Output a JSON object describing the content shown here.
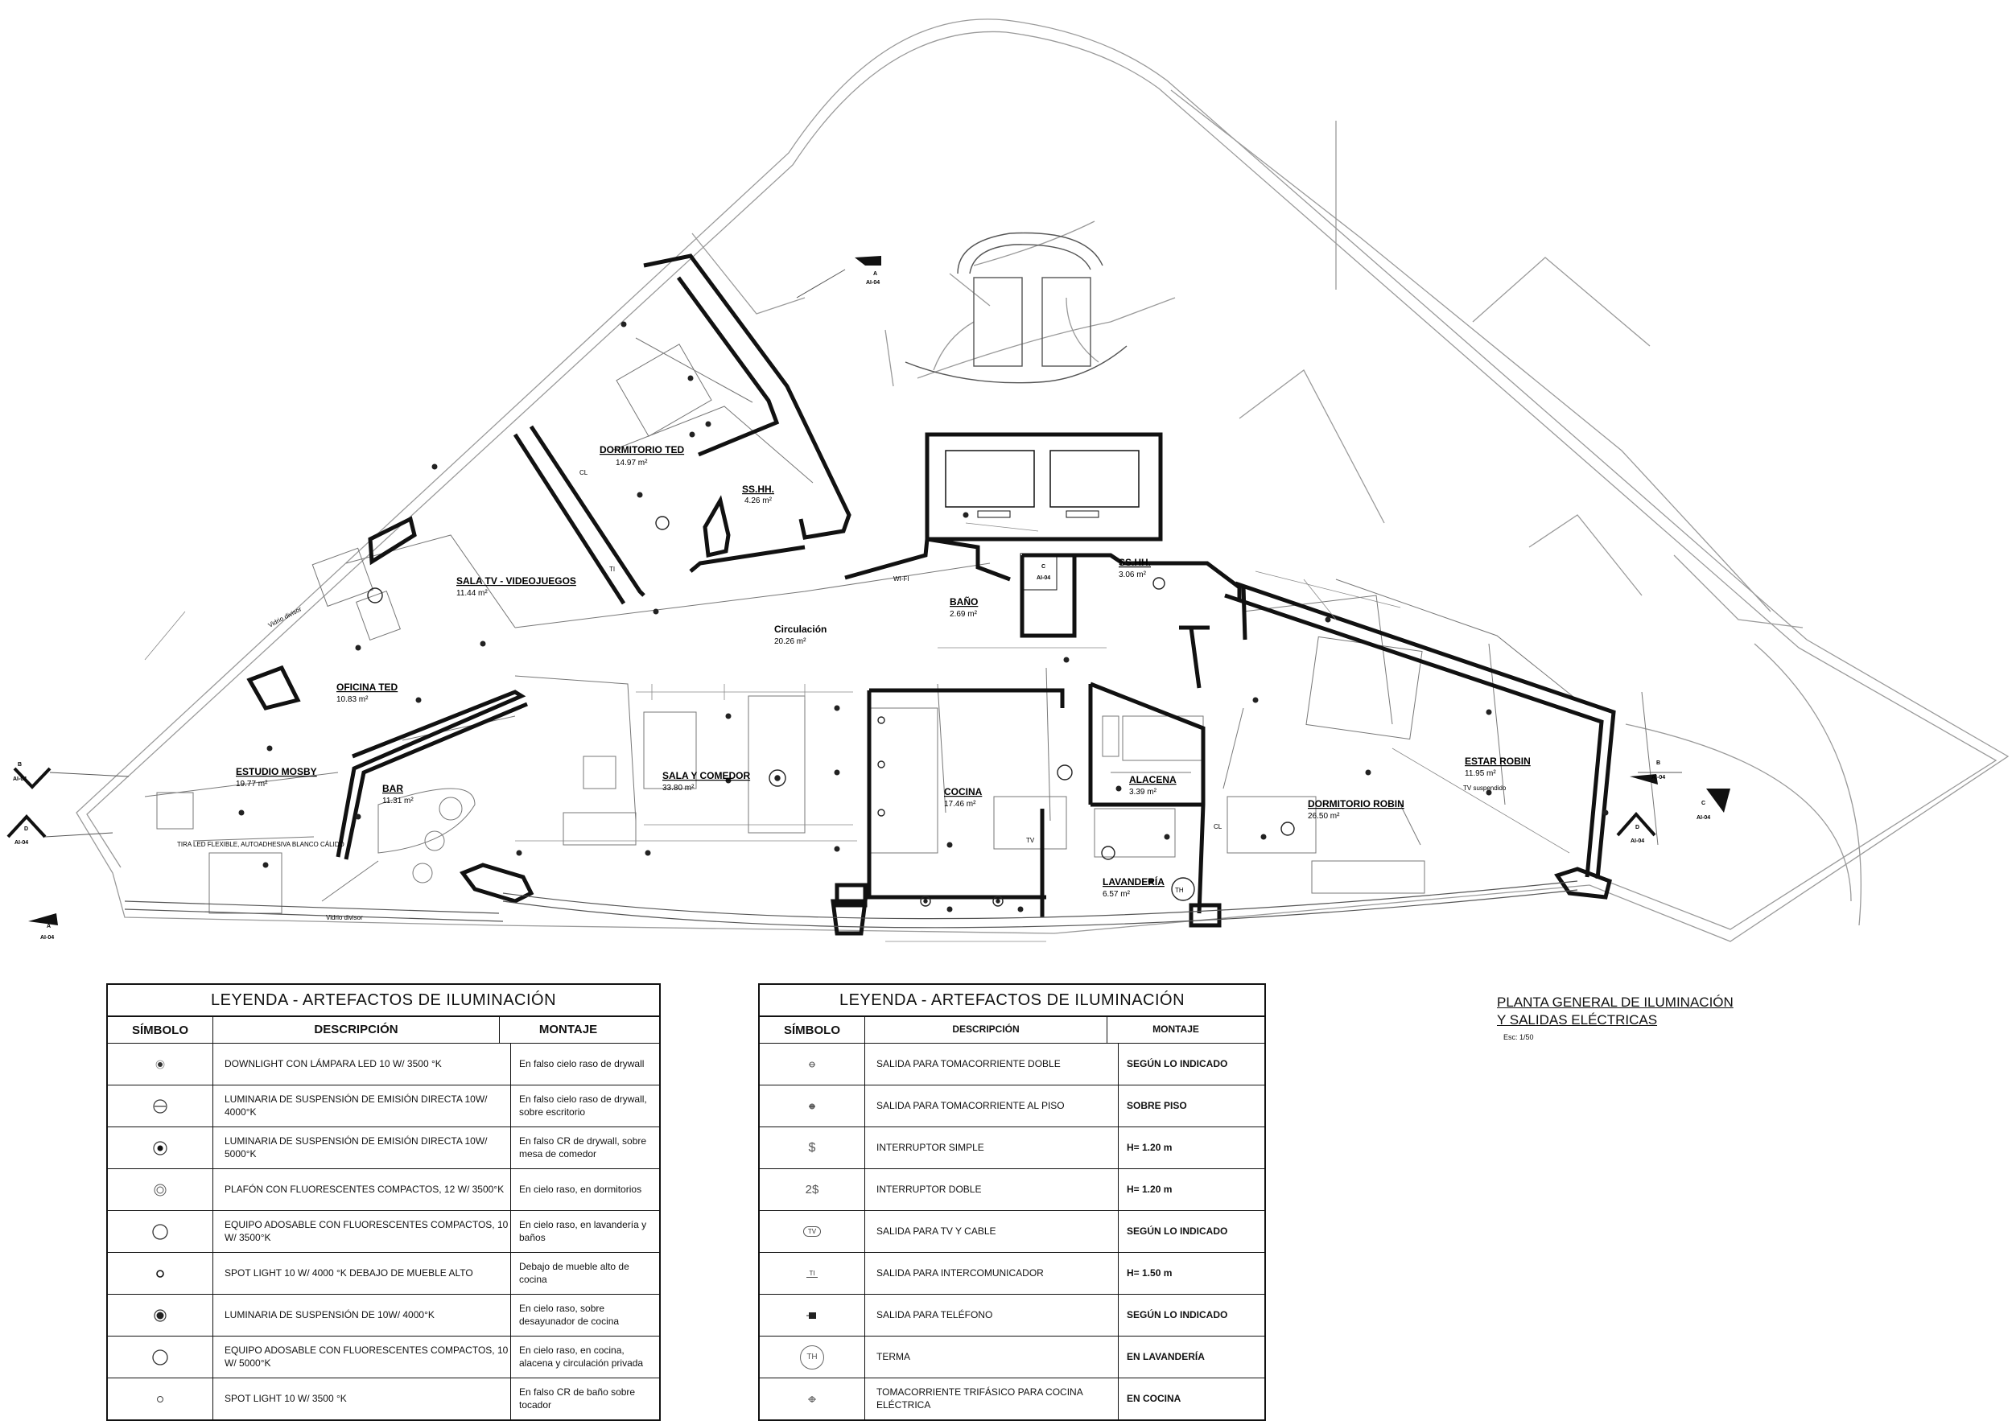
{
  "rooms": [
    {
      "name": "DORMITORIO TED",
      "area": "14.97 m²"
    },
    {
      "name": "SS.HH.",
      "area": "4.26 m²"
    },
    {
      "name": "SALA TV - VIDEOJUEGOS",
      "area": "11.44 m²"
    },
    {
      "name": "OFICINA TED",
      "area": "10.83 m²"
    },
    {
      "name": "ESTUDIO MOSBY",
      "area": "19.77 m²"
    },
    {
      "name": "BAR",
      "area": "11.31 m²"
    },
    {
      "name": "Circulación",
      "area": "20.26 m²"
    },
    {
      "name": "BAÑO",
      "area": "2.69 m²"
    },
    {
      "name": "SS.HH.",
      "area": "3.06 m²"
    },
    {
      "name": "SALA Y COMEDOR",
      "area": "33.80 m²"
    },
    {
      "name": "COCINA",
      "area": "17.46 m²"
    },
    {
      "name": "ALACENA",
      "area": "3.39 m²"
    },
    {
      "name": "LAVANDERÍA",
      "area": "6.57 m²"
    },
    {
      "name": "DORMITORIO ROBIN",
      "area": "26.50 m²"
    },
    {
      "name": "ESTAR ROBIN",
      "area": "11.95 m²"
    }
  ],
  "section_markers": [
    {
      "letter": "A",
      "sheet": "AI-04"
    },
    {
      "letter": "A",
      "sheet": "AI-04"
    },
    {
      "letter": "B",
      "sheet": "AI-04"
    },
    {
      "letter": "B",
      "sheet": "AI-04"
    },
    {
      "letter": "C",
      "sheet": "AI-04"
    },
    {
      "letter": "C",
      "sheet": "AI-04"
    },
    {
      "letter": "D",
      "sheet": "AI-04"
    },
    {
      "letter": "D",
      "sheet": "AI-04"
    }
  ],
  "notes": {
    "tira_led": "TIRA LED FLEXIBLE, AUTOADHESIVA BLANCO CÁLIDO",
    "vidrio_a": "Vidrio divisor",
    "vidrio_b": "Vidrio divisor",
    "tv_suspendido": "TV suspendido",
    "cl_a": "CL",
    "cl_b": "CL",
    "tv_tag": "TV",
    "ti_tag": "TI",
    "th_tag": "TH",
    "wifi": "WI-FI"
  },
  "legend_lighting": {
    "title": "LEYENDA - ARTEFACTOS DE ILUMINACIÓN",
    "headers": [
      "SÍMBOLO",
      "DESCRIPCIÓN",
      "MONTAJE"
    ],
    "rows": [
      {
        "symbol": "downlight-symbol",
        "description": "DOWNLIGHT CON LÁMPARA LED 10 W/ 3500 °K",
        "mounting": "En falso cielo raso de drywall"
      },
      {
        "symbol": "suspension-direct-4000-symbol",
        "description": "LUMINARIA DE SUSPENSIÓN DE EMISIÓN DIRECTA 10W/ 4000°K",
        "mounting": "En falso cielo raso de drywall, sobre escritorio"
      },
      {
        "symbol": "suspension-direct-5000-symbol",
        "description": "LUMINARIA DE SUSPENSIÓN DE EMISIÓN DIRECTA 10W/ 5000°K",
        "mounting": "En falso CR de drywall, sobre mesa de comedor"
      },
      {
        "symbol": "plafon-symbol",
        "description": "PLAFÓN CON FLUORESCENTES COMPACTOS, 12 W/ 3500°K",
        "mounting": "En cielo raso, en dormitorios"
      },
      {
        "symbol": "surface-fluorescent-3500-symbol",
        "description": "EQUIPO ADOSABLE CON FLUORESCENTES COMPACTOS, 10 W/ 3500°K",
        "mounting": "En cielo raso, en lavandería y baños"
      },
      {
        "symbol": "spot-4000-symbol",
        "description": "SPOT LIGHT 10 W/ 4000 °K DEBAJO DE MUEBLE ALTO",
        "mounting": "Debajo de mueble alto de cocina"
      },
      {
        "symbol": "suspension-4000-symbol",
        "description": "LUMINARIA DE SUSPENSIÓN DE 10W/ 4000°K",
        "mounting": "En cielo raso, sobre desayunador de cocina"
      },
      {
        "symbol": "surface-fluorescent-5000-symbol",
        "description": "EQUIPO ADOSABLE CON FLUORESCENTES COMPACTOS, 10 W/ 5000°K",
        "mounting": "En cielo raso, en cocina, alacena y circulación privada"
      },
      {
        "symbol": "spot-3500-symbol",
        "description": "SPOT LIGHT 10 W/ 3500 °K",
        "mounting": "En falso CR de baño sobre tocador"
      }
    ]
  },
  "legend_electrical": {
    "title": "LEYENDA - ARTEFACTOS DE ILUMINACIÓN",
    "headers": [
      "SÍMBOLO",
      "DESCRIPCIÓN",
      "MONTAJE"
    ],
    "rows": [
      {
        "symbol": "double-outlet-symbol",
        "glyph": "",
        "description": "SALIDA PARA TOMACORRIENTE  DOBLE",
        "mounting": "SEGÚN LO INDICADO"
      },
      {
        "symbol": "floor-outlet-symbol",
        "glyph": "",
        "description": "SALIDA PARA TOMACORRIENTE  AL PISO",
        "mounting": "SOBRE PISO"
      },
      {
        "symbol": "simple-switch-symbol",
        "glyph": "$",
        "description": "INTERRUPTOR SIMPLE",
        "mounting": "H= 1.20 m"
      },
      {
        "symbol": "double-switch-symbol",
        "glyph": "2$",
        "description": "INTERRUPTOR DOBLE",
        "mounting": "H= 1.20 m"
      },
      {
        "symbol": "tv-cable-symbol",
        "glyph": "TV",
        "description": "SALIDA PARA TV Y CABLE",
        "mounting": "SEGÚN LO INDICADO"
      },
      {
        "symbol": "intercom-symbol",
        "glyph": "TI",
        "description": "SALIDA PARA INTERCOMUNICADOR",
        "mounting": "H= 1.50 m"
      },
      {
        "symbol": "phone-symbol",
        "glyph": "",
        "description": "SALIDA PARA TELÉFONO",
        "mounting": "SEGÚN LO INDICADO"
      },
      {
        "symbol": "water-heater-symbol",
        "glyph": "TH",
        "description": "TERMA",
        "mounting": "EN LAVANDERÍA"
      },
      {
        "symbol": "three-phase-outlet-symbol",
        "glyph": "",
        "description": "TOMACORRIENTE TRIFÁSICO PARA COCINA ELÉCTRICA",
        "mounting": "EN COCINA"
      }
    ]
  },
  "sheet": {
    "title_line1": "PLANTA GENERAL DE ILUMINACIÓN",
    "title_line2": "Y SALIDAS ELÉCTRICAS",
    "scale": "Esc: 1/50"
  }
}
